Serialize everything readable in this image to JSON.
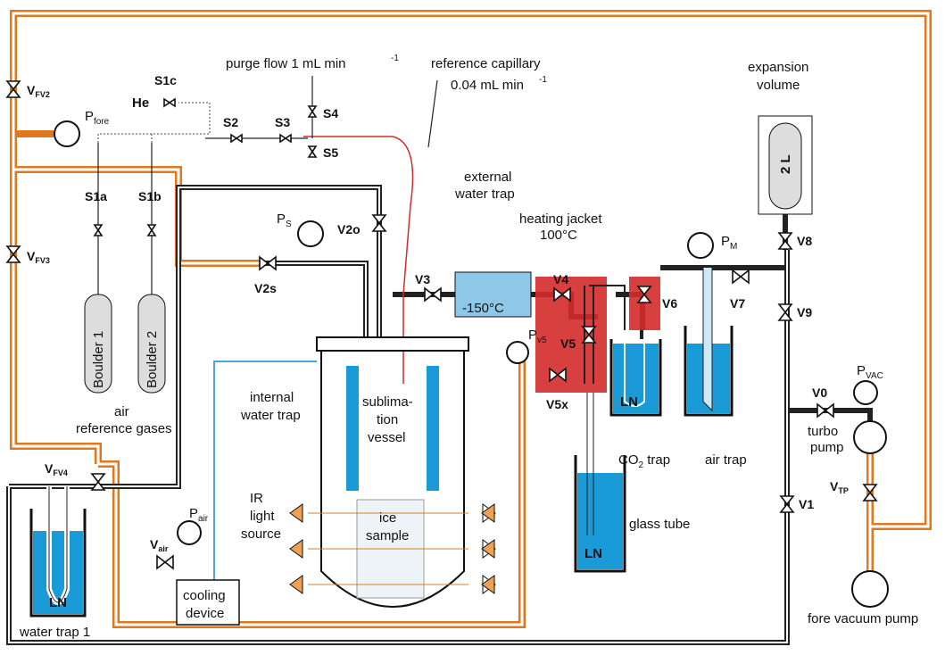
{
  "labels": {
    "purge_flow": "purge flow 1 mL min",
    "purge_flow_exp": "-1",
    "ref_capillary_1": "reference capillary",
    "ref_capillary_2": "0.04 mL min",
    "ref_capillary_exp": "-1",
    "expansion_1": "expansion",
    "expansion_2": "volume",
    "expansion_vol": "2 L",
    "ext_trap_1": "external",
    "ext_trap_2": "water trap",
    "ext_trap_temp": "-150°C",
    "heating_1": "heating jacket",
    "heating_2": "100°C",
    "boulder1": "Boulder 1",
    "boulder2": "Boulder 2",
    "ref_gases_1": "air",
    "ref_gases_2": "reference gases",
    "int_trap_1": "internal",
    "int_trap_2": "water trap",
    "sub_1": "sublima-",
    "sub_2": "tion",
    "sub_3": "vessel",
    "ir_1": "IR",
    "ir_2": "light",
    "ir_3": "source",
    "ice_1": "ice",
    "ice_2": "sample",
    "cooling_1": "cooling",
    "cooling_2": "device",
    "water_trap_1": "water trap 1",
    "ln": "LN",
    "co2_trap": "CO",
    "co2_sub": "2",
    "co2_trap_tail": " trap",
    "air_trap": "air trap",
    "glass_tube": "glass tube",
    "turbo_1": "turbo",
    "turbo_2": "pump",
    "fore_pump": "fore vacuum pump",
    "he": "He"
  },
  "valves": {
    "s1c": "S1c",
    "s1a": "S1a",
    "s1b": "S1b",
    "s2": "S2",
    "s3": "S3",
    "s4": "S4",
    "s5": "S5",
    "v2o": "V2o",
    "v2s": "V2s",
    "v3": "V3",
    "v4": "V4",
    "v5": "V5",
    "v5x": "V5x",
    "v6": "V6",
    "v7": "V7",
    "v8": "V8",
    "v9": "V9",
    "v0": "V0",
    "v1": "V1"
  },
  "sub_valves": {
    "vfv2": {
      "main": "V",
      "sub": "FV2"
    },
    "vfv3": {
      "main": "V",
      "sub": "FV3"
    },
    "vfv4": {
      "main": "V",
      "sub": "FV4"
    },
    "vair": {
      "main": "V",
      "sub": "air"
    },
    "vtp": {
      "main": "V",
      "sub": "TP"
    }
  },
  "gauges": {
    "pfore": {
      "main": "P",
      "sub": "fore"
    },
    "ps": {
      "main": "P",
      "sub": "S"
    },
    "pm": {
      "main": "P",
      "sub": "M"
    },
    "pv5": {
      "main": "P",
      "sub": "v5"
    },
    "pvac": {
      "main": "P",
      "sub": "VAC"
    },
    "pair": {
      "main": "P",
      "sub": "air"
    }
  },
  "colors": {
    "fore_line": "#e07820",
    "ln_blue": "#1a9ad6",
    "heating": "#d42a2a",
    "capillary": "#d42a2a",
    "trap_blue": "#8ec8e8"
  }
}
